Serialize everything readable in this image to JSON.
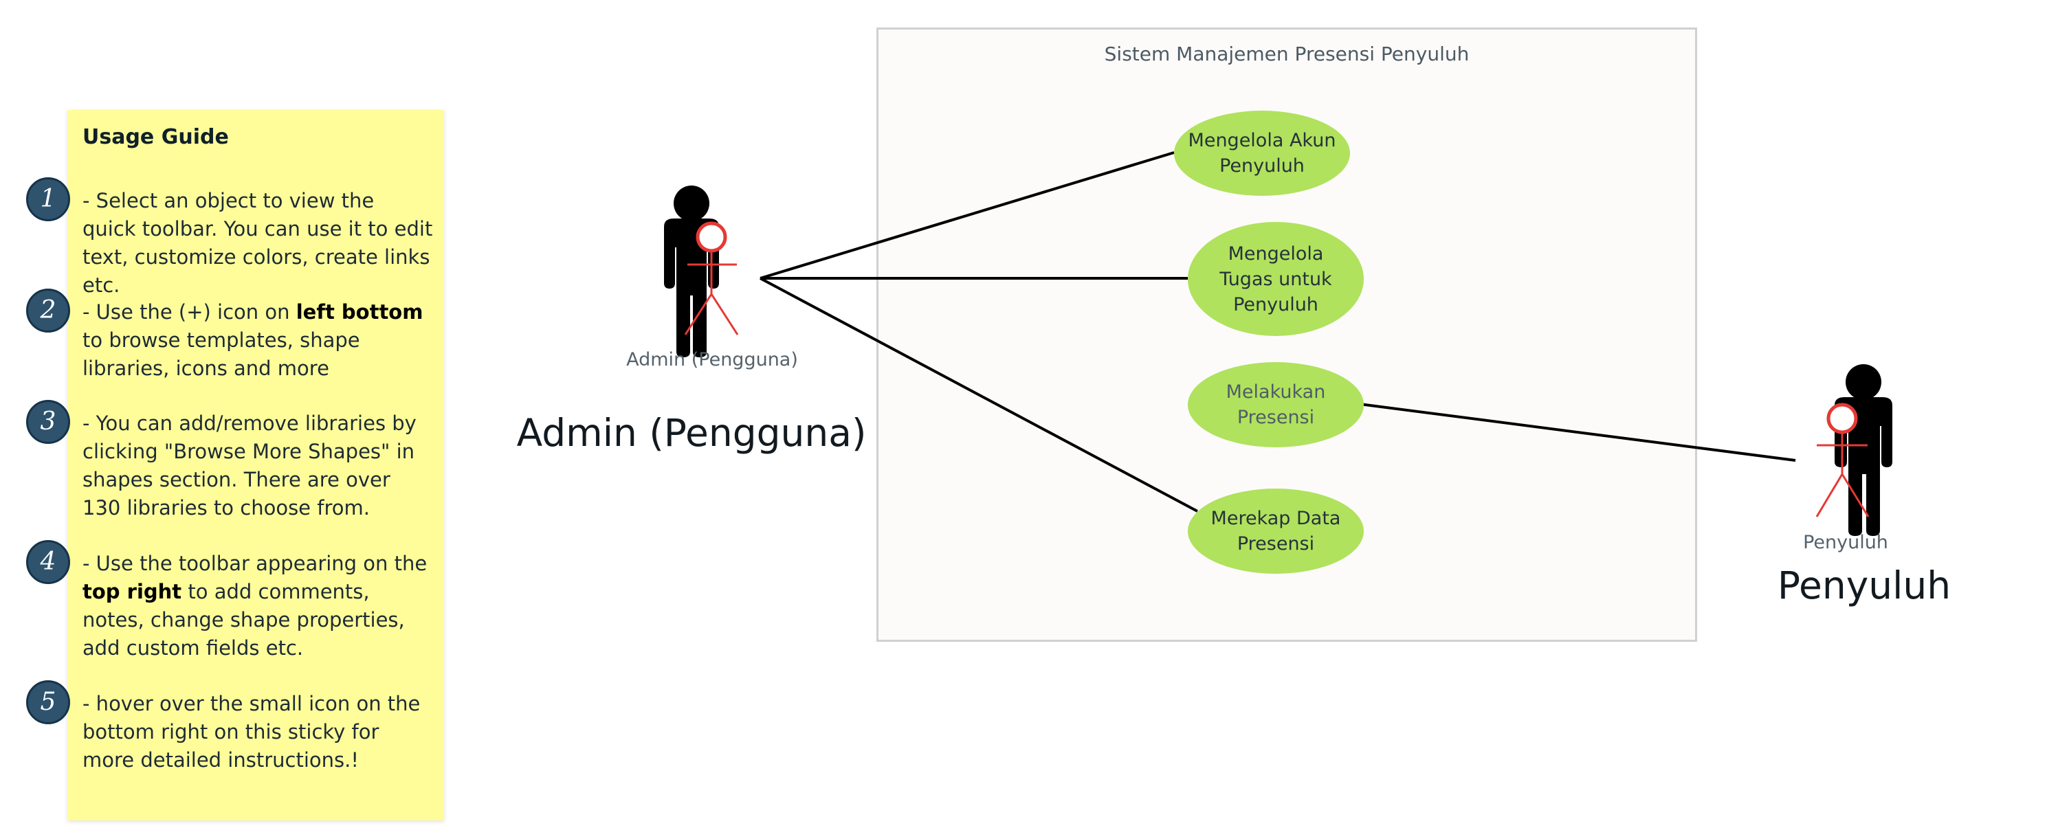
{
  "usage_guide": {
    "title": "Usage Guide",
    "steps": [
      {
        "number": "1",
        "text_before": "- Select an object to view the quick toolbar. You can use it to edit text, customize colors, create links etc.",
        "bold": "",
        "text_after": ""
      },
      {
        "number": "2",
        "text_before": "- Use the (+) icon on ",
        "bold": "left bottom",
        "text_after": " to browse templates, shape libraries, icons and more"
      },
      {
        "number": "3",
        "text_before": "- You can add/remove libraries by clicking \"Browse More Shapes\" in shapes section. There are over 130 libraries to choose from.",
        "bold": "",
        "text_after": ""
      },
      {
        "number": "4",
        "text_before": "- Use the toolbar appearing on the ",
        "bold": "top right",
        "text_after": " to add comments, notes, change shape properties, add custom fields etc."
      },
      {
        "number": "5",
        "text_before": "- hover over the small icon on the bottom right on this sticky for more detailed instructions.!",
        "bold": "",
        "text_after": ""
      }
    ]
  },
  "system": {
    "title": "Sistem Manajemen Presensi Penyuluh"
  },
  "use_cases": [
    {
      "label": "Mengelola Akun Penyuluh"
    },
    {
      "label": "Mengelola Tugas untuk Penyuluh"
    },
    {
      "label": "Melakukan Presensi"
    },
    {
      "label": "Merekap Data Presensi"
    }
  ],
  "actors": {
    "admin": {
      "small_label": "Admin (Pengguna)",
      "large_label": "Admin (Pengguna)"
    },
    "penyuluh": {
      "small_label": "Penyuluh",
      "large_label": "Penyuluh"
    }
  },
  "colors": {
    "sticky": "#fffd99",
    "step_badge": "#2f536d",
    "use_case": "#b0e25d",
    "stick_figure": "#e53935",
    "actor_silhouette": "#000000"
  }
}
